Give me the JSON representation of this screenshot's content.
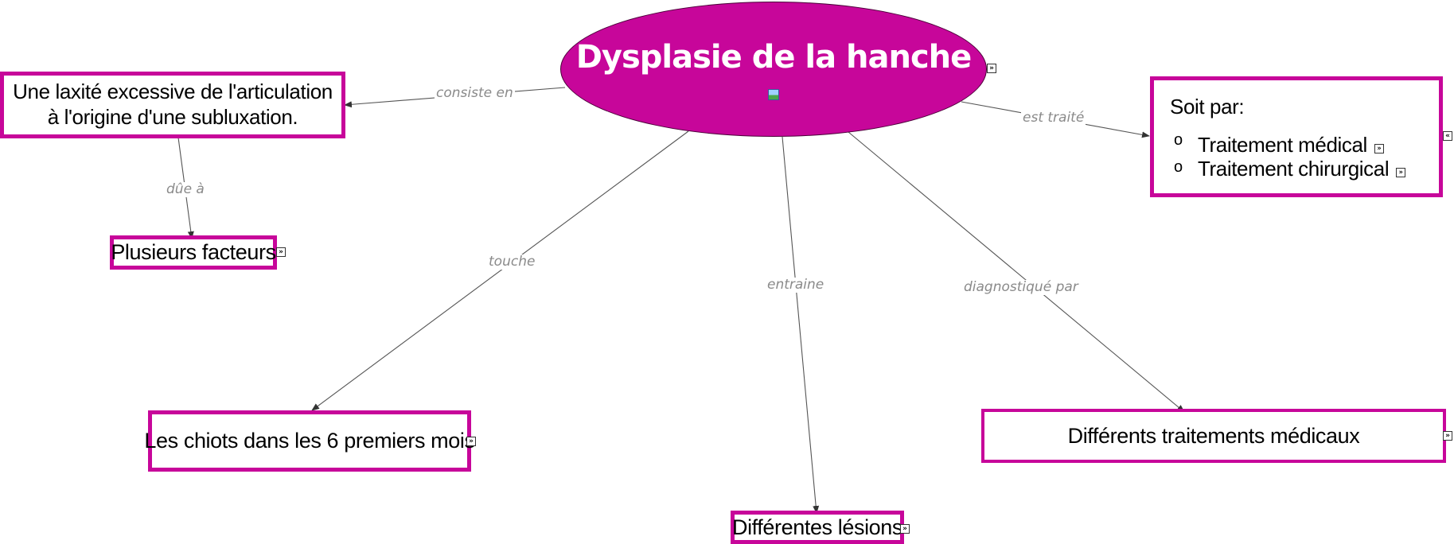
{
  "central_concept": {
    "title": "Dysplasie de la hanche"
  },
  "concepts": {
    "laxite": "Une laxité excessive de l'articulation\nà l'origine d'une subluxation.",
    "facteurs": "Plusieurs facteurs",
    "chiots": "Les chiots dans les 6 premiers mois",
    "lesions": "Différentes lésions",
    "traitements_medicaux": "Différents traitements médicaux",
    "soit_par": {
      "heading": "Soit par:",
      "items": [
        "Traitement médical",
        "Traitement chirurgical"
      ],
      "bullet": "o"
    }
  },
  "links": {
    "consiste_en": "consiste en",
    "due_a": "dûe à",
    "touche": "touche",
    "entraine": "entraine",
    "diagnostique_par": "diagnostiqué par",
    "est_traite": "est traité"
  },
  "icons": {
    "expand": "»",
    "collapse": "«"
  },
  "colors": {
    "accent": "#c7069a",
    "link_line": "#555555",
    "link_label": "#8a8a8a"
  }
}
